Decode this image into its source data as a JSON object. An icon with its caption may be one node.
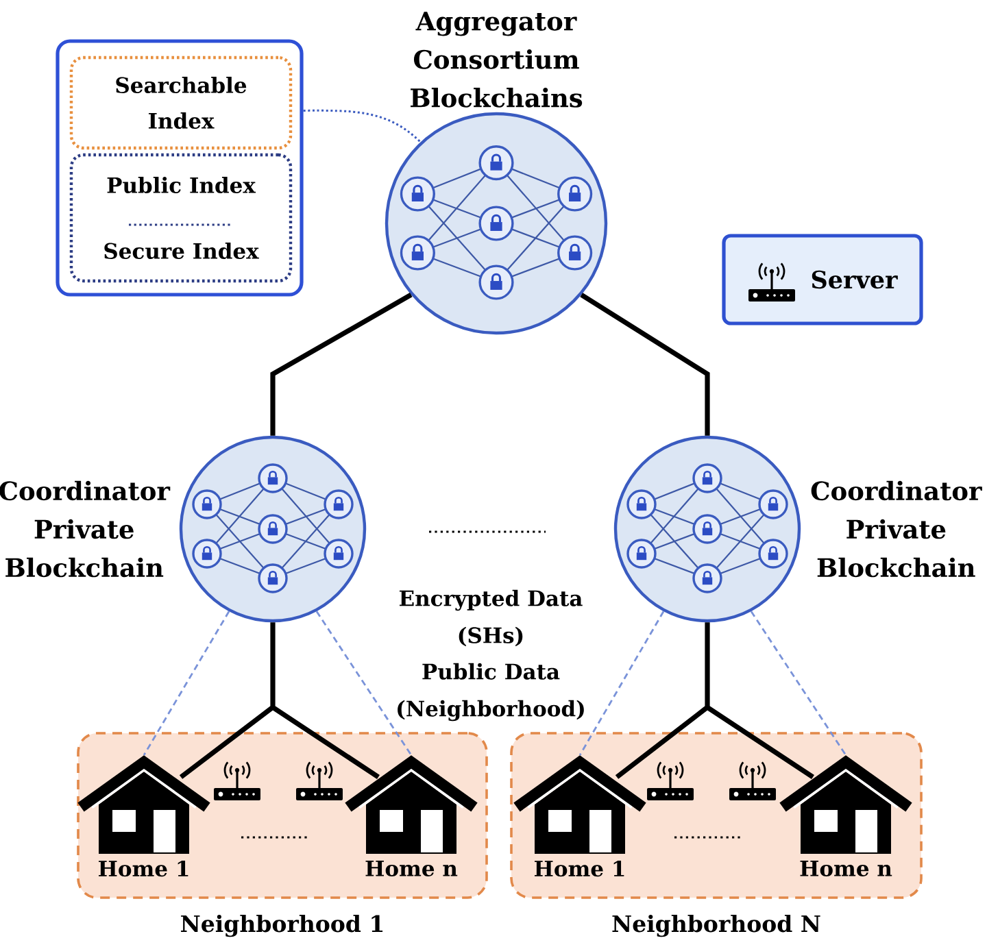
{
  "diagram": {
    "nodes": [
      {
        "text": [],
        "shape": "box"
      },
      {
        "text": [
          "Searchable Index"
        ],
        "in": 0
      },
      {
        "text": [
          "Public Index",
          "Secure Index"
        ],
        "in": 0
      },
      {
        "text": [
          "Aggregator Consortium Blockchains"
        ]
      },
      {
        "text": [
          "Server"
        ]
      },
      {
        "text": [
          "Coordinator Private Blockchain"
        ]
      },
      {
        "text": [
          "Coordinator Private Blockchain"
        ]
      },
      {
        "text": [
          "Neighborhood 1"
        ]
      },
      {
        "text": [
          "Home 1"
        ],
        "in": 7
      },
      {
        "text": [
          "Home n"
        ],
        "in": 7
      },
      {
        "text": [
          "Neighborhood N"
        ]
      },
      {
        "text": [
          "Home 1"
        ],
        "in": 10
      },
      {
        "text": [
          "Home n"
        ],
        "in": 10
      }
    ],
    "edges": [
      {
        "from": 0,
        "to": 3,
        "arrow": "none",
        "style": "dashed",
        "color": "#3c5cc0"
      },
      {
        "from": 3,
        "to": 5,
        "arrow": "none"
      },
      {
        "from": 3,
        "to": 6,
        "arrow": "none"
      },
      {
        "from": 5,
        "to": 8,
        "arrow": "none"
      },
      {
        "from": 5,
        "to": 9,
        "arrow": "none"
      },
      {
        "from": 5,
        "to": 8,
        "arrow": "none",
        "style": "dashed",
        "color": "#7a93d9"
      },
      {
        "from": 5,
        "to": 9,
        "arrow": "none",
        "style": "dashed",
        "color": "#7a93d9"
      },
      {
        "from": 6,
        "to": 11,
        "arrow": "none"
      },
      {
        "from": 6,
        "to": 12,
        "arrow": "none"
      },
      {
        "from": 6,
        "to": 11,
        "arrow": "none",
        "style": "dashed",
        "color": "#7a93d9"
      },
      {
        "from": 6,
        "to": 12,
        "arrow": "none",
        "style": "dashed",
        "color": "#7a93d9"
      }
    ],
    "labels": [
      "Encrypted Data (SHs)",
      "Public Data (Neighborhood)"
    ]
  }
}
